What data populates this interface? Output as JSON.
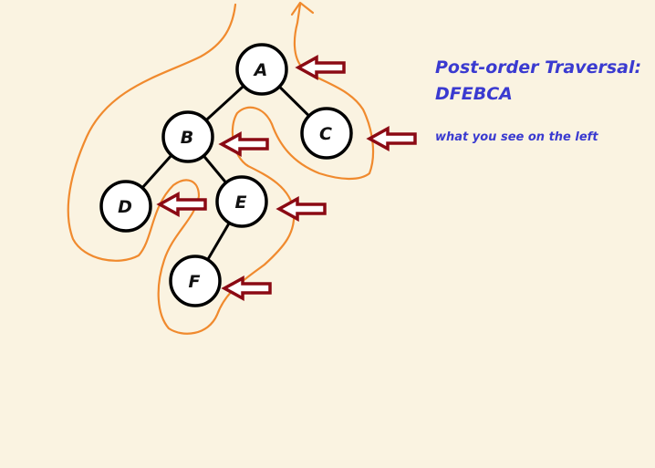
{
  "title_line1": "Post-order Traversal:",
  "title_line2": "DFEBCA",
  "note": "what you see on the left",
  "colors": {
    "background": "#faf3e1",
    "traversal_path": "#f08a2e",
    "arrow": "#8b0a14",
    "text": "#3a3ad0"
  },
  "nodes": [
    {
      "id": "A",
      "label": "A"
    },
    {
      "id": "B",
      "label": "B"
    },
    {
      "id": "C",
      "label": "C"
    },
    {
      "id": "D",
      "label": "D"
    },
    {
      "id": "E",
      "label": "E"
    },
    {
      "id": "F",
      "label": "F"
    }
  ],
  "edges": [
    [
      "A",
      "B"
    ],
    [
      "A",
      "C"
    ],
    [
      "B",
      "D"
    ],
    [
      "B",
      "E"
    ],
    [
      "E",
      "F"
    ]
  ]
}
